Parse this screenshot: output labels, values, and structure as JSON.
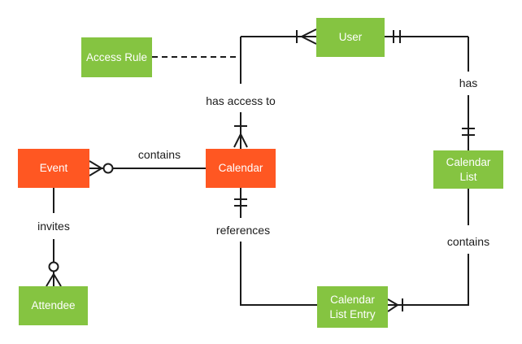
{
  "diagram": {
    "type": "entity-relationship",
    "background": "#ffffff",
    "colors": {
      "entity_green": "#85c441",
      "entity_orange": "#ff5722",
      "line": "#1b1b1b",
      "label_text": "#1b1b1b",
      "entity_text": "#ffffff"
    },
    "entities": [
      {
        "id": "user",
        "label": "User",
        "color": "green"
      },
      {
        "id": "access-rule",
        "label": "Access Rule",
        "color": "green"
      },
      {
        "id": "event",
        "label": "Event",
        "color": "orange"
      },
      {
        "id": "calendar",
        "label": "Calendar",
        "color": "orange"
      },
      {
        "id": "calendar-list",
        "label": "Calendar List",
        "color": "green"
      },
      {
        "id": "attendee",
        "label": "Attendee",
        "color": "green"
      },
      {
        "id": "calendar-list-entry",
        "label": "Calendar List Entry",
        "color": "green"
      }
    ],
    "relationships": [
      {
        "label": "has access to",
        "from": "Calendar",
        "to": "User",
        "from_cardinality": "one-or-many",
        "to_cardinality": "one-or-many",
        "style": "solid"
      },
      {
        "label": "has",
        "from": "User",
        "to": "Calendar List",
        "from_cardinality": "one-and-only-one",
        "to_cardinality": "one-and-only-one",
        "style": "solid"
      },
      {
        "label": "contains",
        "from": "Calendar",
        "to": "Event",
        "to_cardinality": "zero-or-many",
        "style": "solid"
      },
      {
        "label": "invites",
        "from": "Event",
        "to": "Attendee",
        "to_cardinality": "zero-or-many",
        "style": "solid"
      },
      {
        "label": "references",
        "from": "Calendar",
        "to": "Calendar List Entry",
        "from_cardinality": "one-and-only-one",
        "style": "solid"
      },
      {
        "label": "contains",
        "from": "Calendar List",
        "to": "Calendar List Entry",
        "to_cardinality": "one-or-many",
        "style": "solid"
      },
      {
        "label": "",
        "from": "Access Rule",
        "to": "has access to",
        "style": "dashed"
      }
    ]
  }
}
